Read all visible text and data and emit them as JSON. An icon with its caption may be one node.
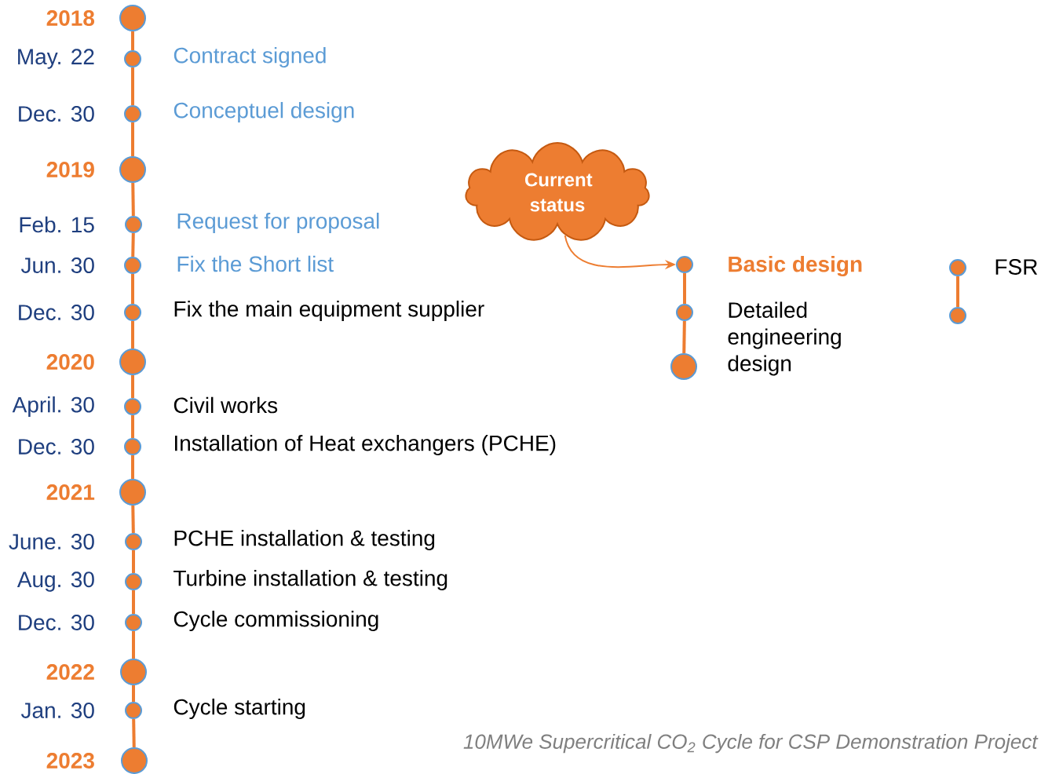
{
  "diagram": {
    "caption": "10MWe Supercritical CO$_{2}$ Cycle for CSP Demonstration Project",
    "nodes": [
      {
        "text": [],
        "shape": "circle",
        "beside": [
          "2018"
        ]
      },
      {
        "text": [],
        "shape": "circle",
        "beside": [
          "May. 22",
          "Contract signed"
        ]
      },
      {
        "text": [],
        "shape": "circle",
        "beside": [
          "Dec. 30",
          "Conceptuel design"
        ]
      },
      {
        "text": [],
        "shape": "circle",
        "beside": [
          "2019"
        ]
      },
      {
        "text": [],
        "shape": "circle",
        "beside": [
          "Feb. 15",
          "Request for proposal"
        ]
      },
      {
        "text": [],
        "shape": "circle",
        "beside": [
          "Jun. 30",
          "Fix the Short list"
        ]
      },
      {
        "text": [],
        "shape": "circle",
        "beside": [
          "Dec. 30",
          "Fix the main equipment supplier"
        ]
      },
      {
        "text": [],
        "shape": "circle",
        "beside": [
          "2020"
        ]
      },
      {
        "text": [],
        "shape": "circle",
        "beside": [
          "April. 30",
          "Civil works"
        ]
      },
      {
        "text": [],
        "shape": "circle",
        "beside": [
          "Dec. 30",
          "Installation of Heat exchangers (PCHE)"
        ]
      },
      {
        "text": [],
        "shape": "circle",
        "beside": [
          "2021"
        ]
      },
      {
        "text": [],
        "shape": "circle",
        "beside": [
          "June. 30",
          "PCHE installation & testing"
        ]
      },
      {
        "text": [],
        "shape": "circle",
        "beside": [
          "Aug. 30",
          "Turbine installation & testing"
        ]
      },
      {
        "text": [],
        "shape": "circle",
        "beside": [
          "Dec. 30",
          "Cycle commissioning"
        ]
      },
      {
        "text": [],
        "shape": "circle",
        "beside": [
          "2022"
        ]
      },
      {
        "text": [],
        "shape": "circle",
        "beside": [
          "Jan. 30",
          "Cycle starting"
        ]
      },
      {
        "text": [],
        "shape": "circle",
        "beside": [
          "2023"
        ]
      },
      {
        "text": [
          "Current status"
        ]
      },
      {
        "text": [],
        "shape": "circle",
        "beside": [
          "Basic design"
        ]
      },
      {
        "text": [],
        "shape": "circle",
        "beside": [
          "Detailed engineering design"
        ]
      },
      {
        "text": [],
        "shape": "circle"
      },
      {
        "text": [],
        "shape": "circle",
        "beside": [
          "FSR"
        ]
      },
      {
        "text": [],
        "shape": "circle"
      }
    ],
    "edges": [
      {
        "from": 0,
        "to": 1,
        "arrow": "none"
      },
      {
        "from": 1,
        "to": 2,
        "arrow": "none"
      },
      {
        "from": 2,
        "to": 3,
        "arrow": "none"
      },
      {
        "from": 3,
        "to": 4,
        "arrow": "none"
      },
      {
        "from": 4,
        "to": 5,
        "arrow": "none"
      },
      {
        "from": 5,
        "to": 6,
        "arrow": "none"
      },
      {
        "from": 6,
        "to": 7,
        "arrow": "none"
      },
      {
        "from": 7,
        "to": 8,
        "arrow": "none"
      },
      {
        "from": 8,
        "to": 9,
        "arrow": "none"
      },
      {
        "from": 9,
        "to": 10,
        "arrow": "none"
      },
      {
        "from": 10,
        "to": 11,
        "arrow": "none"
      },
      {
        "from": 11,
        "to": 12,
        "arrow": "none"
      },
      {
        "from": 12,
        "to": 13,
        "arrow": "none"
      },
      {
        "from": 13,
        "to": 14,
        "arrow": "none"
      },
      {
        "from": 14,
        "to": 15,
        "arrow": "none"
      },
      {
        "from": 15,
        "to": 16,
        "arrow": "none"
      },
      {
        "from": 17,
        "to": 18,
        "arrow": "to"
      },
      {
        "from": 18,
        "to": 19,
        "arrow": "none"
      },
      {
        "from": 19,
        "to": 20,
        "arrow": "none"
      },
      {
        "from": 21,
        "to": 22,
        "arrow": "none"
      }
    ]
  }
}
